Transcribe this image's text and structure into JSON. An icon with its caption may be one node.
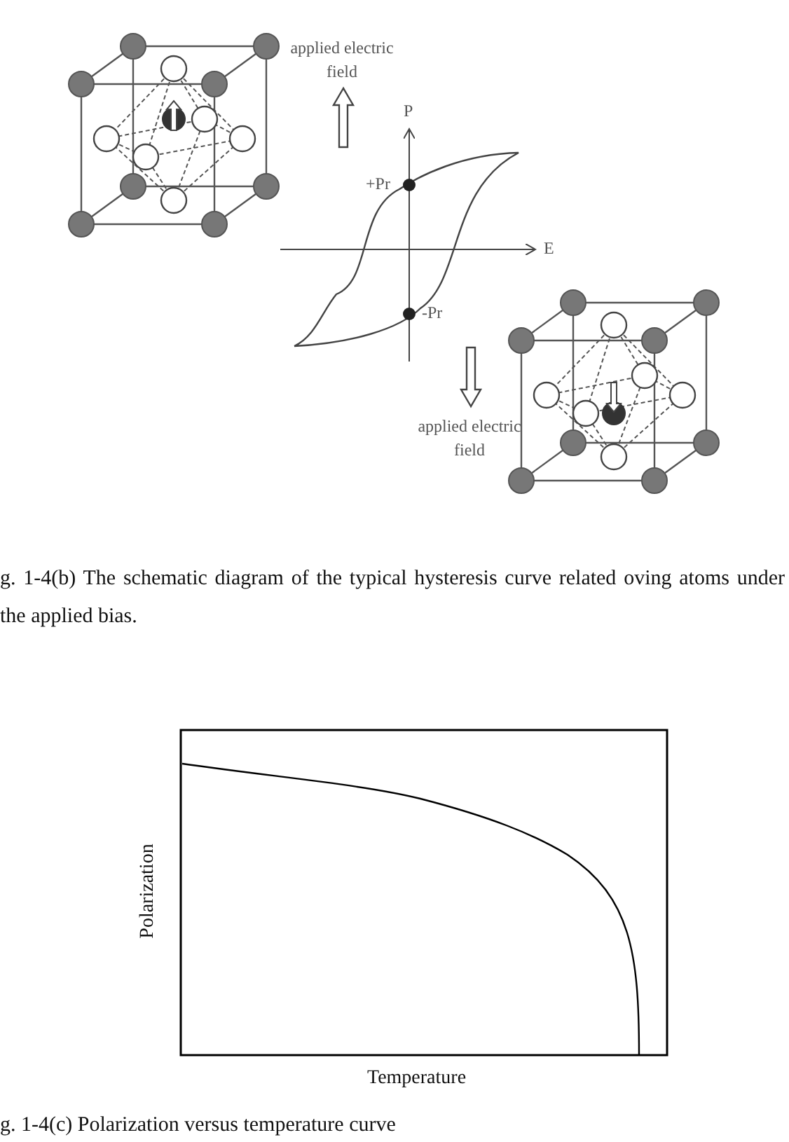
{
  "diagram": {
    "labels": [
      "applied electric field",
      "P",
      "+Pr",
      "E",
      "-Pr",
      "applied electric field",
      "g. 1-4(b) The schematic diagram of the typical hysteresis curve related oving atoms under the applied bias.",
      "Polarization",
      "Temperature",
      "g. 1-4(c) Polarization versus temperature curve"
    ]
  }
}
